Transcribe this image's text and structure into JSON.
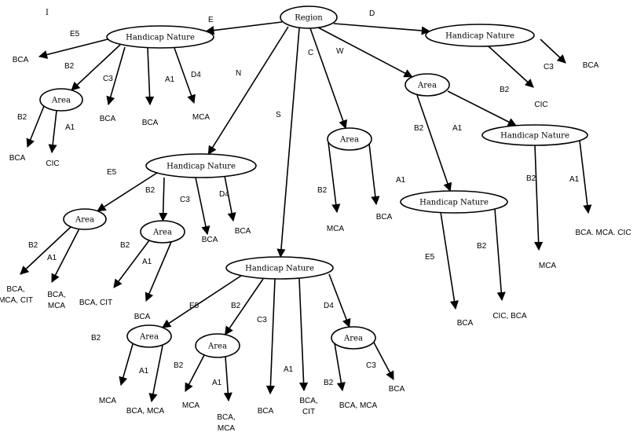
{
  "cursor": "I",
  "tree": {
    "nodes": [
      {
        "id": "region",
        "label": "Region"
      },
      {
        "id": "hn_e",
        "label": "Handicap Nature"
      },
      {
        "id": "hn_d",
        "label": "Handicap Nature"
      },
      {
        "id": "area_e",
        "label": "Area"
      },
      {
        "id": "area_d",
        "label": "Area"
      },
      {
        "id": "hn_d_a1",
        "label": "Handicap Nature"
      },
      {
        "id": "hn_d_b2",
        "label": "Handicap Nature"
      },
      {
        "id": "hn_n",
        "label": "Handicap Nature"
      },
      {
        "id": "area_n_e5",
        "label": "Area"
      },
      {
        "id": "area_n_b2",
        "label": "Area"
      },
      {
        "id": "area_c",
        "label": "Area"
      },
      {
        "id": "hn_s",
        "label": "Handicap Nature"
      },
      {
        "id": "area_s_e5",
        "label": "Area"
      },
      {
        "id": "area_s_b2",
        "label": "Area"
      },
      {
        "id": "area_s_d4",
        "label": "Area"
      }
    ],
    "leaves": [
      {
        "id": "l_e_e5",
        "lines": [
          "BCA"
        ]
      },
      {
        "id": "l_e_c3",
        "lines": [
          "BCA"
        ]
      },
      {
        "id": "l_e_a1",
        "lines": [
          "BCA"
        ]
      },
      {
        "id": "l_e_d4",
        "lines": [
          "MCA"
        ]
      },
      {
        "id": "l_ae_b2",
        "lines": [
          "BCA"
        ]
      },
      {
        "id": "l_ae_a1",
        "lines": [
          "CIC"
        ]
      },
      {
        "id": "l_d_c3",
        "lines": [
          "BCA"
        ]
      },
      {
        "id": "l_d_b2",
        "lines": [
          "CIC"
        ]
      },
      {
        "id": "l_d_a1_b2",
        "lines": [
          "MCA"
        ]
      },
      {
        "id": "l_d_a1_a1",
        "lines": [
          "BCA. MCA. CIC"
        ]
      },
      {
        "id": "l_d_b2_e5",
        "lines": [
          "BCA"
        ]
      },
      {
        "id": "l_d_b2_b2",
        "lines": [
          "CIC, BCA"
        ]
      },
      {
        "id": "l_c_b2",
        "lines": [
          "MCA"
        ]
      },
      {
        "id": "l_c_a1",
        "lines": [
          "BCA"
        ]
      },
      {
        "id": "l_n_c3",
        "lines": [
          "BCA"
        ]
      },
      {
        "id": "l_n_d4",
        "lines": [
          "BCA"
        ]
      },
      {
        "id": "l_ne5_b2",
        "lines": [
          "BCA,",
          "MCA, CIT"
        ]
      },
      {
        "id": "l_ne5_a1",
        "lines": [
          "BCA,",
          "MCA"
        ]
      },
      {
        "id": "l_nb2_b2",
        "lines": [
          "BCA, CIT"
        ]
      },
      {
        "id": "l_nb2_a1",
        "lines": [
          "BCA"
        ]
      },
      {
        "id": "l_s_a1",
        "lines": [
          "BCA"
        ]
      },
      {
        "id": "l_s_b2",
        "lines": [
          "BCA,",
          "CIT"
        ]
      },
      {
        "id": "l_se5_b2",
        "lines": [
          "MCA"
        ]
      },
      {
        "id": "l_se5_a1",
        "lines": [
          "BCA, MCA"
        ]
      },
      {
        "id": "l_sb2_b2",
        "lines": [
          "MCA"
        ]
      },
      {
        "id": "l_sb2_a1",
        "lines": [
          "BCA,",
          "MCA"
        ]
      },
      {
        "id": "l_sd4_b2",
        "lines": [
          "BCA, MCA"
        ]
      },
      {
        "id": "l_sd4_c3",
        "lines": [
          "BCA"
        ]
      }
    ],
    "edges": [
      {
        "from": "region",
        "to": "hn_e",
        "label": "E"
      },
      {
        "from": "region",
        "to": "hn_d",
        "label": "D"
      },
      {
        "from": "region",
        "to": "hn_n",
        "label": "N"
      },
      {
        "from": "region",
        "to": "hn_s",
        "label": "S"
      },
      {
        "from": "region",
        "to": "area_c",
        "label": "C"
      },
      {
        "from": "region",
        "to": "area_d",
        "label": "W"
      },
      {
        "from": "hn_e",
        "to": "l_e_e5",
        "label": "E5"
      },
      {
        "from": "hn_e",
        "to": "area_e",
        "label": "B2"
      },
      {
        "from": "hn_e",
        "to": "l_e_c3",
        "label": "C3"
      },
      {
        "from": "hn_e",
        "to": "l_e_a1",
        "label": "A1"
      },
      {
        "from": "hn_e",
        "to": "l_e_d4",
        "label": "D4"
      },
      {
        "from": "area_e",
        "to": "l_ae_b2",
        "label": "B2"
      },
      {
        "from": "area_e",
        "to": "l_ae_a1",
        "label": "A1"
      },
      {
        "from": "hn_d",
        "to": "l_d_c3",
        "label": "C3"
      },
      {
        "from": "hn_d",
        "to": "l_d_b2",
        "label": "B2"
      },
      {
        "from": "area_d",
        "to": "hn_d_b2",
        "label": "B2"
      },
      {
        "from": "area_d",
        "to": "hn_d_a1",
        "label": "A1"
      },
      {
        "from": "hn_d_a1",
        "to": "l_d_a1_b2",
        "label": "B2"
      },
      {
        "from": "hn_d_a1",
        "to": "l_d_a1_a1",
        "label": "A1"
      },
      {
        "from": "hn_d_b2",
        "to": "l_d_b2_e5",
        "label": "E5"
      },
      {
        "from": "hn_d_b2",
        "to": "l_d_b2_b2",
        "label": "B2"
      },
      {
        "from": "area_c",
        "to": "l_c_b2",
        "label": "B2"
      },
      {
        "from": "area_c",
        "to": "l_c_a1",
        "label": "A1"
      },
      {
        "from": "hn_n",
        "to": "area_n_e5",
        "label": "E5"
      },
      {
        "from": "hn_n",
        "to": "area_n_b2",
        "label": "B2"
      },
      {
        "from": "hn_n",
        "to": "l_n_c3",
        "label": "C3"
      },
      {
        "from": "hn_n",
        "to": "l_n_d4",
        "label": "D4"
      },
      {
        "from": "area_n_e5",
        "to": "l_ne5_b2",
        "label": "B2"
      },
      {
        "from": "area_n_e5",
        "to": "l_ne5_a1",
        "label": "A1"
      },
      {
        "from": "area_n_b2",
        "to": "l_nb2_b2",
        "label": "B2"
      },
      {
        "from": "area_n_b2",
        "to": "l_nb2_a1",
        "label": "A1"
      },
      {
        "from": "hn_s",
        "to": "area_s_e5",
        "label": "E5"
      },
      {
        "from": "hn_s",
        "to": "area_s_b2",
        "label": "B2"
      },
      {
        "from": "hn_s",
        "to": "l_s_a1",
        "label": "C3"
      },
      {
        "from": "hn_s",
        "to": "l_s_b2",
        "label": "A1"
      },
      {
        "from": "hn_s",
        "to": "area_s_d4",
        "label": "D4"
      },
      {
        "from": "area_s_e5",
        "to": "l_se5_b2",
        "label": "B2"
      },
      {
        "from": "area_s_e5",
        "to": "l_se5_a1",
        "label": "A1"
      },
      {
        "from": "area_s_b2",
        "to": "l_sb2_b2",
        "label": "B2"
      },
      {
        "from": "area_s_b2",
        "to": "l_sb2_a1",
        "label": "A1"
      },
      {
        "from": "area_s_d4",
        "to": "l_sd4_b2",
        "label": "B2"
      },
      {
        "from": "area_s_d4",
        "to": "l_sd4_c3",
        "label": "C3"
      }
    ]
  }
}
